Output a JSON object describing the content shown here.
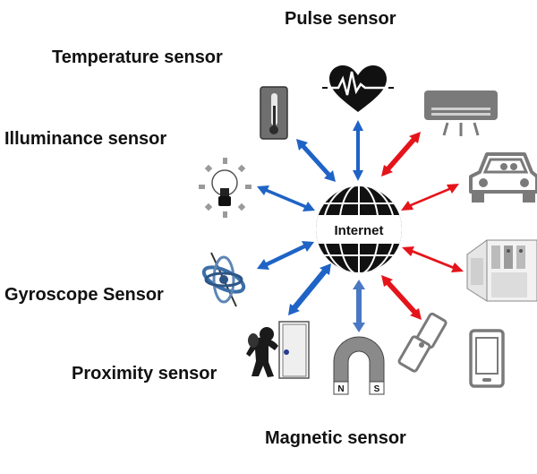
{
  "labels": {
    "pulse": "Pulse sensor",
    "temperature": "Temperature sensor",
    "illuminance": "Illuminance sensor",
    "gyroscope": "Gyroscope Sensor",
    "proximity": "Proximity sensor",
    "magnetic": "Magnetic sensor"
  },
  "hub": {
    "label": "Internet"
  },
  "magnet_poles": {
    "north": "N",
    "south": "S"
  },
  "colors": {
    "sensor_arrow": "#1f63c6",
    "device_arrow": "#e5141b",
    "magnet_arrow": "#4a78c2",
    "icon_gray": "#7a7a7a",
    "globe": "#111111"
  },
  "icons": {
    "sensors": [
      "heart-pulse-icon",
      "thermometer-icon",
      "light-bulb-icon",
      "gyroscope-icon",
      "person-at-door-icon",
      "horseshoe-magnet-icon"
    ],
    "devices": [
      "air-conditioner-icon",
      "car-icon",
      "server-rack-icon",
      "smartphone-icon",
      "flip-phone-icon"
    ]
  }
}
